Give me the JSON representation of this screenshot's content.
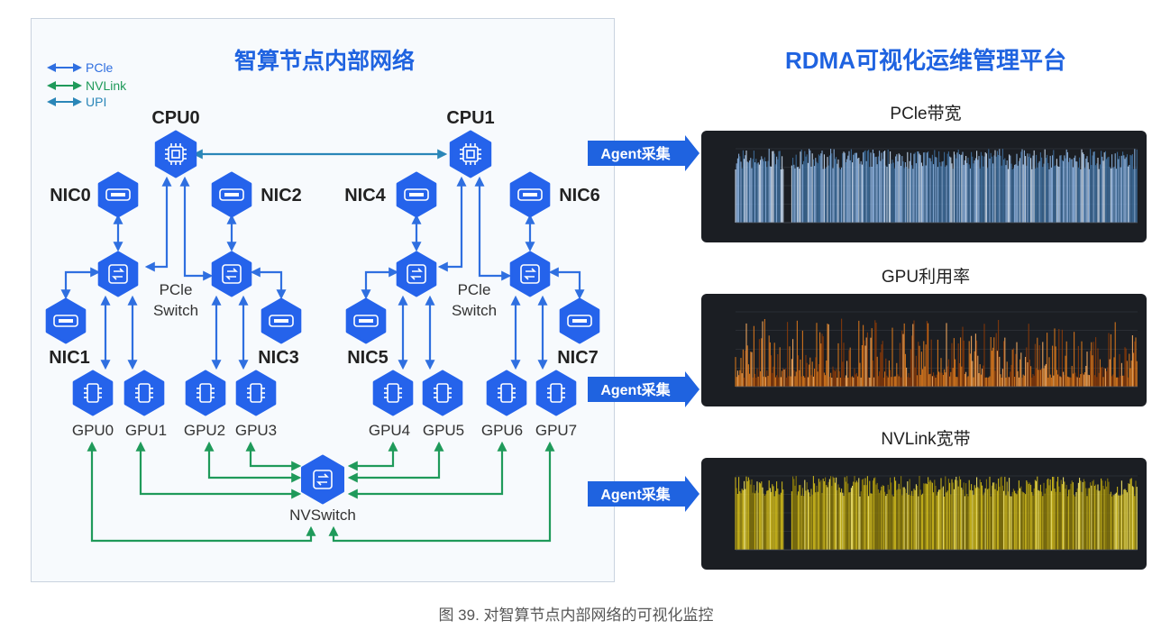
{
  "left_title": "智算节点内部网络",
  "right_title": "RDMA可视化运维管理平台",
  "legend": [
    {
      "label": "PCle",
      "color": "#2f6fe0"
    },
    {
      "label": "NVLink",
      "color": "#1f9a5a"
    },
    {
      "label": "UPI",
      "color": "#2a86b8"
    }
  ],
  "nodes": {
    "cpu0": "CPU0",
    "cpu1": "CPU1",
    "nic0": "NIC0",
    "nic1": "NIC1",
    "nic2": "NIC2",
    "nic3": "NIC3",
    "nic4": "NIC4",
    "nic5": "NIC5",
    "nic6": "NIC6",
    "nic7": "NIC7",
    "gpu0": "GPU0",
    "gpu1": "GPU1",
    "gpu2": "GPU2",
    "gpu3": "GPU3",
    "gpu4": "GPU4",
    "gpu5": "GPU5",
    "gpu6": "GPU6",
    "gpu7": "GPU7",
    "pcie_switch_line1": "PCle",
    "pcie_switch_line2": "Switch",
    "nvswitch": "NVSwitch"
  },
  "agent_label": "Agent采集",
  "charts": [
    {
      "title": "PCle带宽",
      "palette": "blue"
    },
    {
      "title": "GPU利用率",
      "palette": "orange"
    },
    {
      "title": "NVLink宽带",
      "palette": "yellow"
    }
  ],
  "caption": "图 39. 对智算节点内部网络的可视化监控",
  "colors": {
    "pcie": "#2f6fe0",
    "nvlink": "#1f9a5a",
    "upi": "#2a86b8",
    "hex_fill": "#2563eb",
    "title_blue": "#1f63e0",
    "chart_bg": "#1b1e23"
  }
}
